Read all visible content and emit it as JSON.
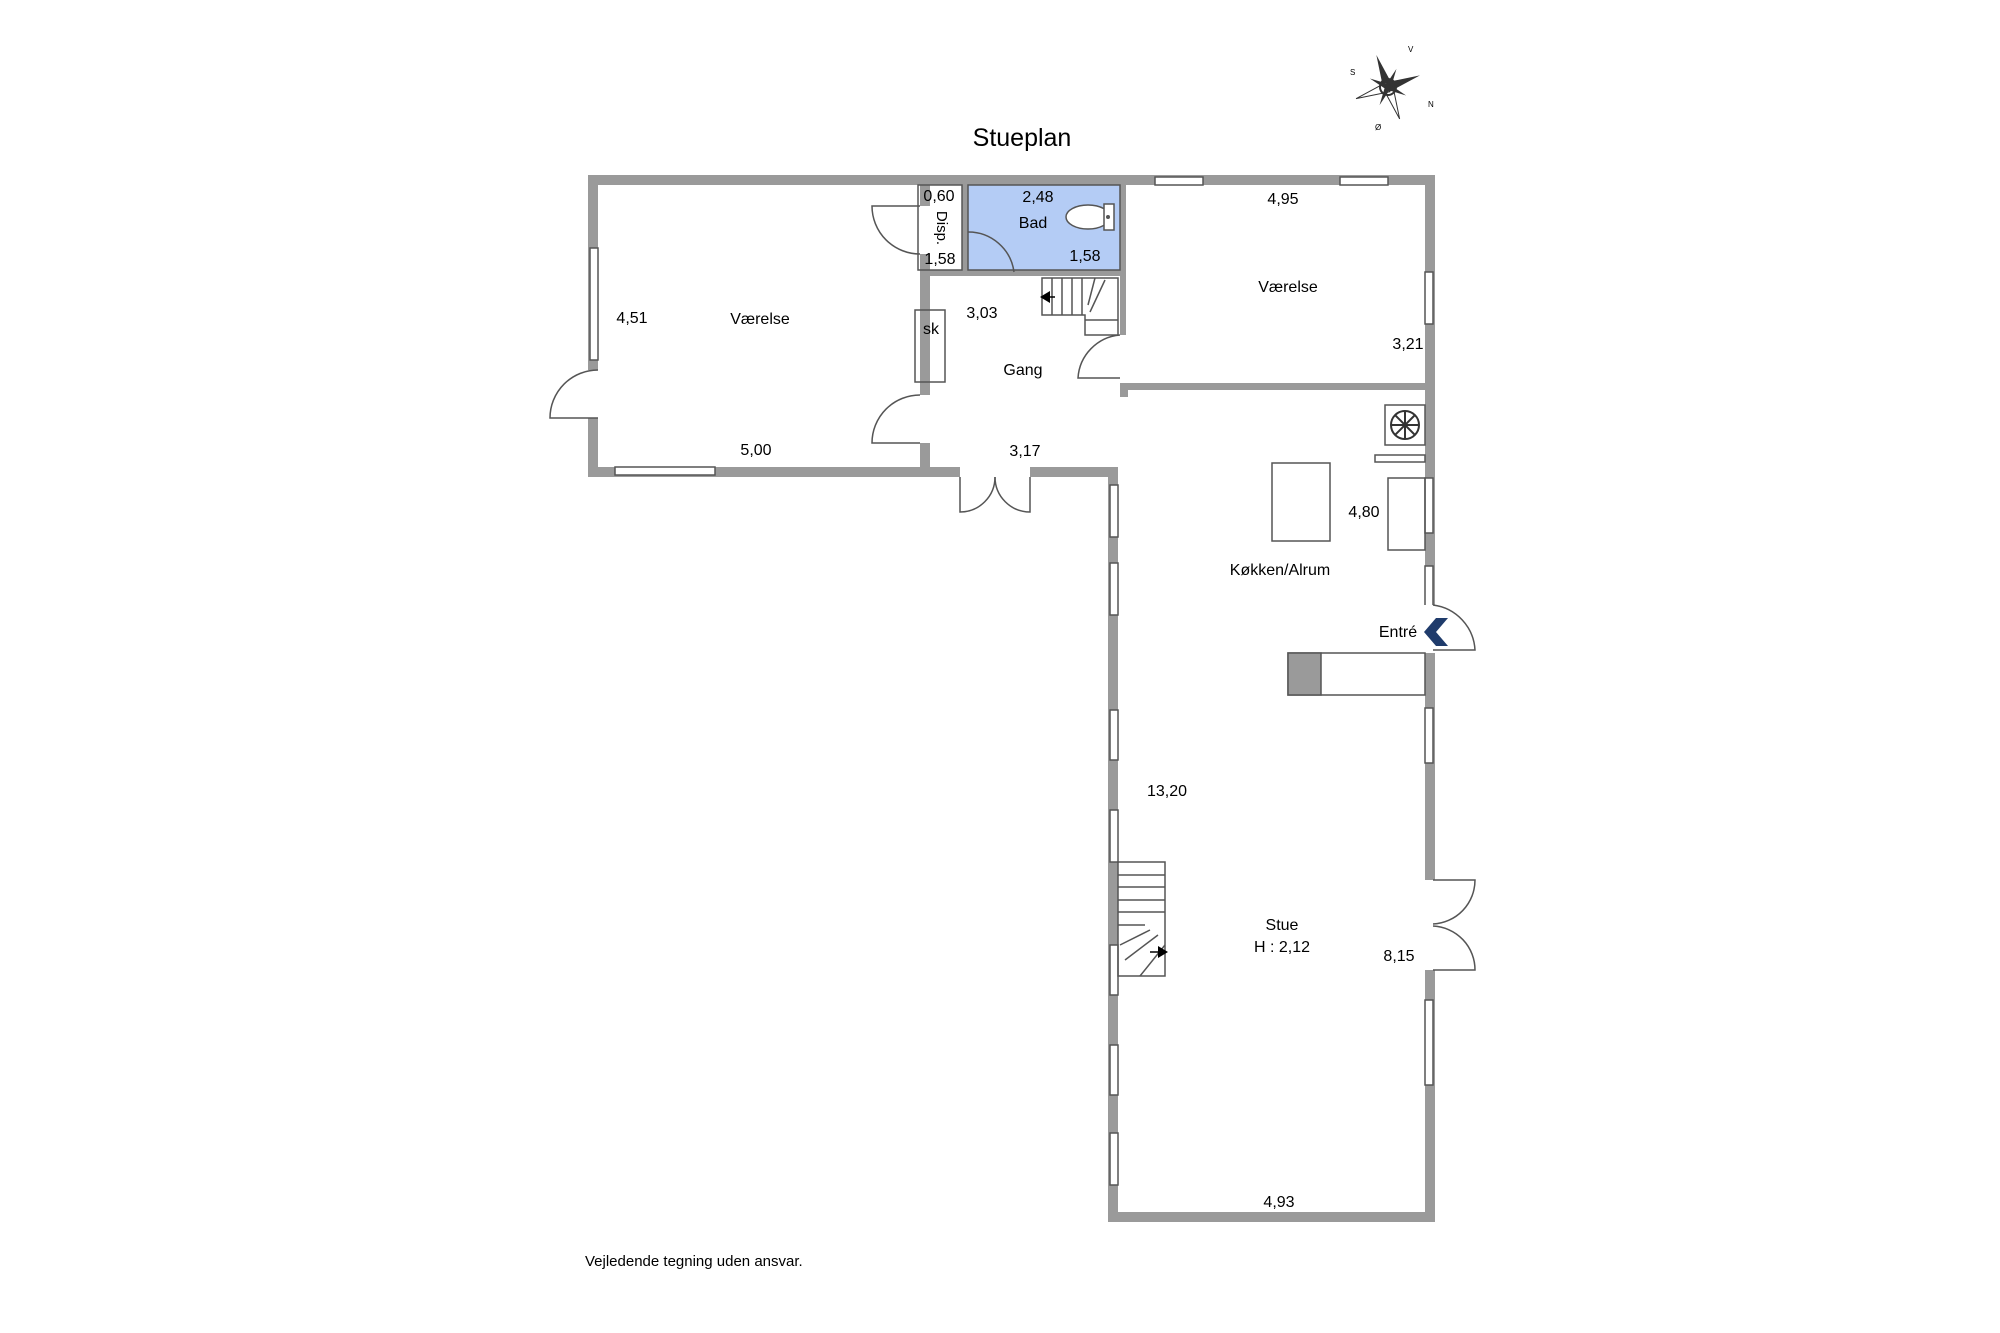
{
  "title": "Stueplan",
  "disclaimer": "Vejledende tegning uden ansvar.",
  "compass": {
    "labels": {
      "north": "N",
      "south": "S",
      "east": "Ø",
      "west": "V"
    }
  },
  "colors": {
    "bathroom": "#b4ccf5",
    "wall": "#9a9a9a",
    "entrance_arrow": "#1f3b6b"
  },
  "rooms": {
    "vaerelse_west": {
      "name": "Værelse",
      "width": "5,00",
      "depth": "4,51"
    },
    "disp": {
      "name": "Disp.",
      "width": "0,60",
      "depth": "1,58"
    },
    "bad": {
      "name": "Bad",
      "width": "2,48",
      "depth": "1,58"
    },
    "vaerelse_east": {
      "name": "Værelse",
      "width": "4,95",
      "depth": "3,21"
    },
    "gang": {
      "name": "Gang",
      "width": "3,17",
      "depth": "3,03"
    },
    "sk": {
      "name": "sk"
    },
    "koekken": {
      "name": "Køkken/Alrum",
      "depth": "4,80"
    },
    "entre": {
      "name": "Entré"
    },
    "stue": {
      "name": "Stue",
      "height": "H : 2,12",
      "width": "4,93",
      "depth": "8,15",
      "length": "13,20"
    }
  }
}
